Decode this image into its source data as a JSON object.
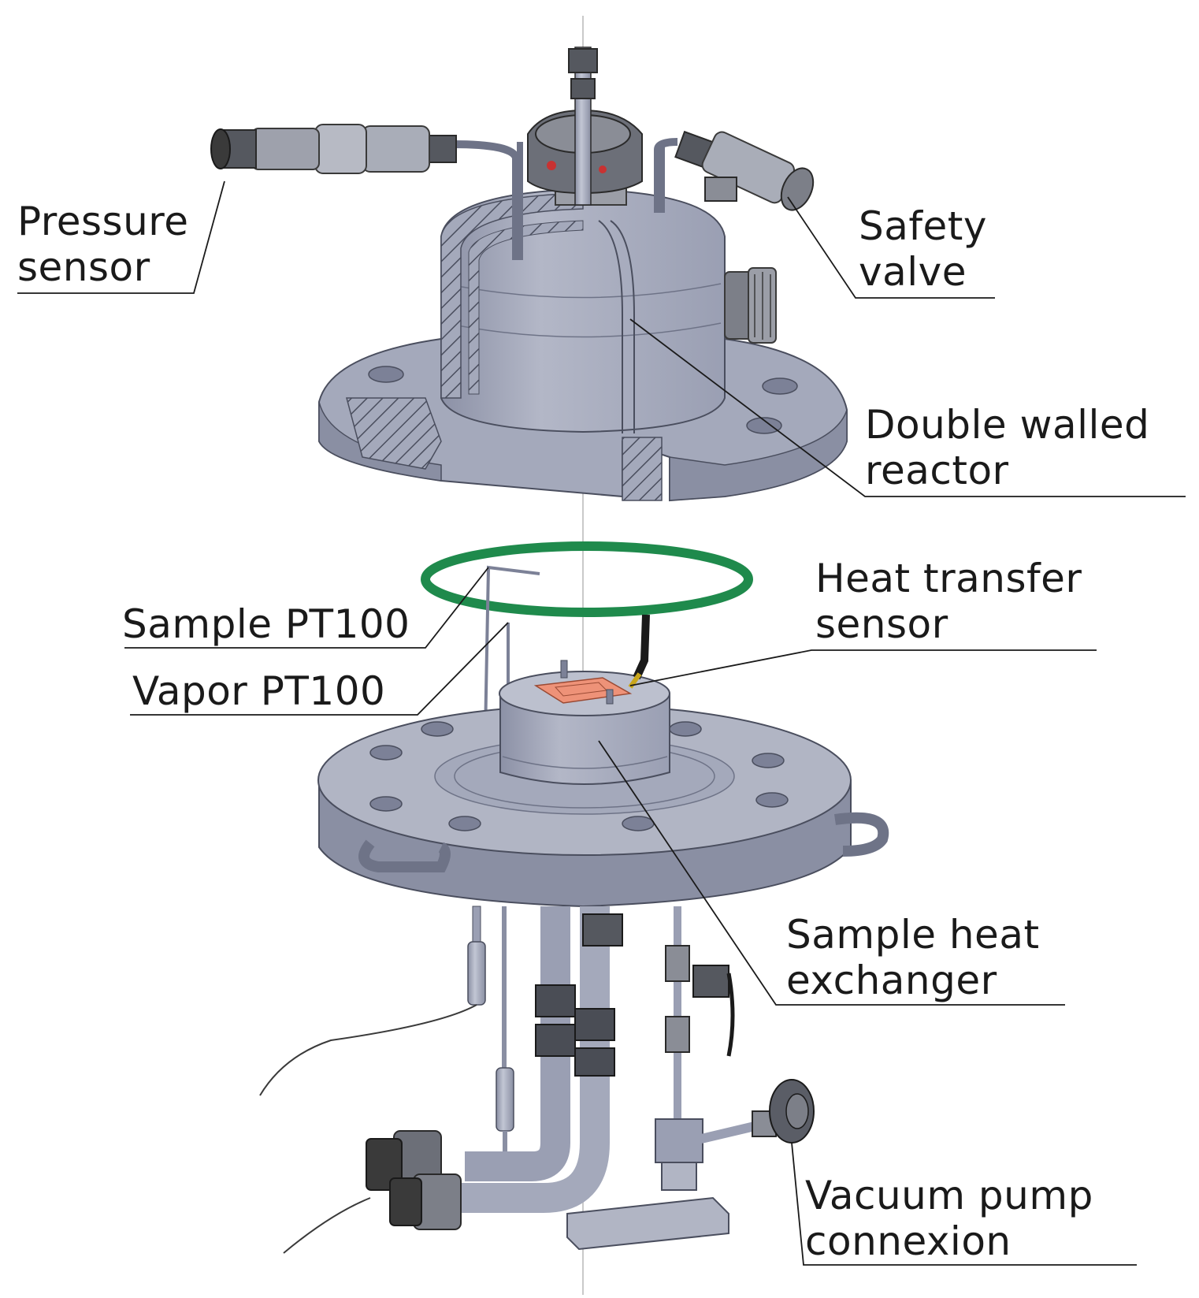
{
  "diagram": {
    "labels": {
      "pressure_sensor": {
        "line1": "Pressure",
        "line2": "sensor"
      },
      "safety_valve": {
        "line1": "Safety",
        "line2": "valve"
      },
      "double_walled_reactor": {
        "line1": "Double walled",
        "line2": "reactor"
      },
      "heat_transfer_sensor": {
        "line1": "Heat transfer",
        "line2": "sensor"
      },
      "sample_pt100": "Sample PT100",
      "vapor_pt100": "Vapor PT100",
      "sample_heat_exchanger": {
        "line1": "Sample heat",
        "line2": "exchanger"
      },
      "vacuum_pump_connexion": {
        "line1": "Vacuum pump",
        "line2": "connexion"
      }
    },
    "colors": {
      "metal": "#a4a9bb",
      "metal_dark": "#7c8197",
      "metal_light": "#c4c8d6",
      "gasket": "#1f8a4c",
      "sensor_pad": "#ee9278",
      "wire": "#1a1a1a",
      "dark_fitting": "#3a3a3a"
    }
  }
}
